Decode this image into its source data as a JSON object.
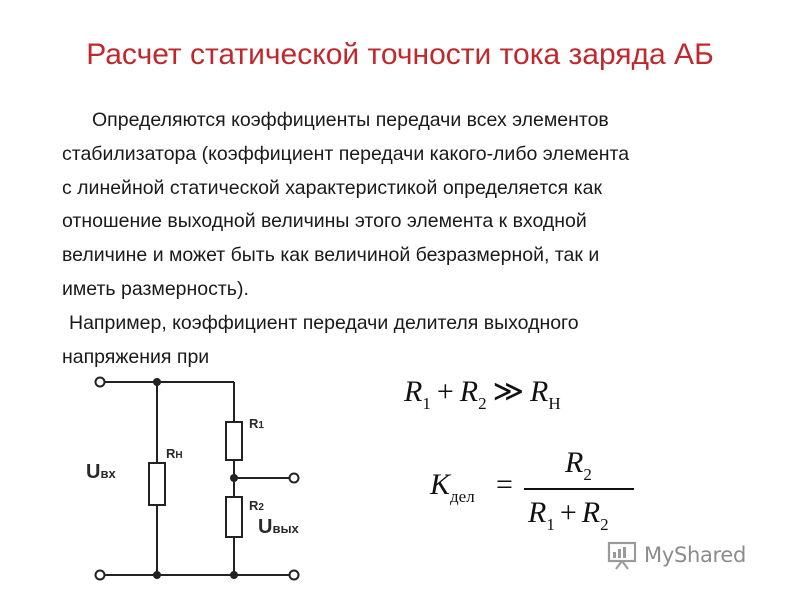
{
  "slide": {
    "title": "Расчет статической точности тока заряда АБ",
    "paragraph_lines": [
      "Определяются коэффициенты передачи всех элементов",
      "стабилизатора (коэффициент передачи какого-либо элемента",
      "с линейной статической характеристикой определяется как",
      "отношение выходной величины этого элемента к входной",
      "величине и может быть как величиной безразмерной, так и",
      "иметь размерность).",
      "Например, коэффициент передачи делителя выходного",
      "напряжения при"
    ]
  },
  "circuit": {
    "label_uin_main": "U",
    "label_uin_sub": "вх",
    "label_rn_main": "R",
    "label_rn_sub": "Н",
    "label_r1_main": "R",
    "label_r1_sub": "1",
    "label_r2_main": "R",
    "label_r2_sub": "2",
    "label_uout_main": "U",
    "label_uout_sub": "вых"
  },
  "formula1": {
    "r1": "R",
    "r1_sub": "1",
    "plus": "+",
    "r2": "R",
    "r2_sub": "2",
    "much_greater": "≫",
    "rn": "R",
    "rn_sub": "Н"
  },
  "formula2": {
    "k": "K",
    "k_sub": "дел",
    "equals": "=",
    "num_r": "R",
    "num_sub": "2",
    "den_r1": "R",
    "den_r1_sub": "1",
    "den_plus": "+",
    "den_r2": "R",
    "den_r2_sub": "2"
  },
  "watermark": {
    "text": "MyShared",
    "icon": "presentation-board-icon",
    "color": "#8c8c8c"
  },
  "colors": {
    "title": "#c0282d",
    "text": "#1a1a1a",
    "wire": "#222222"
  }
}
